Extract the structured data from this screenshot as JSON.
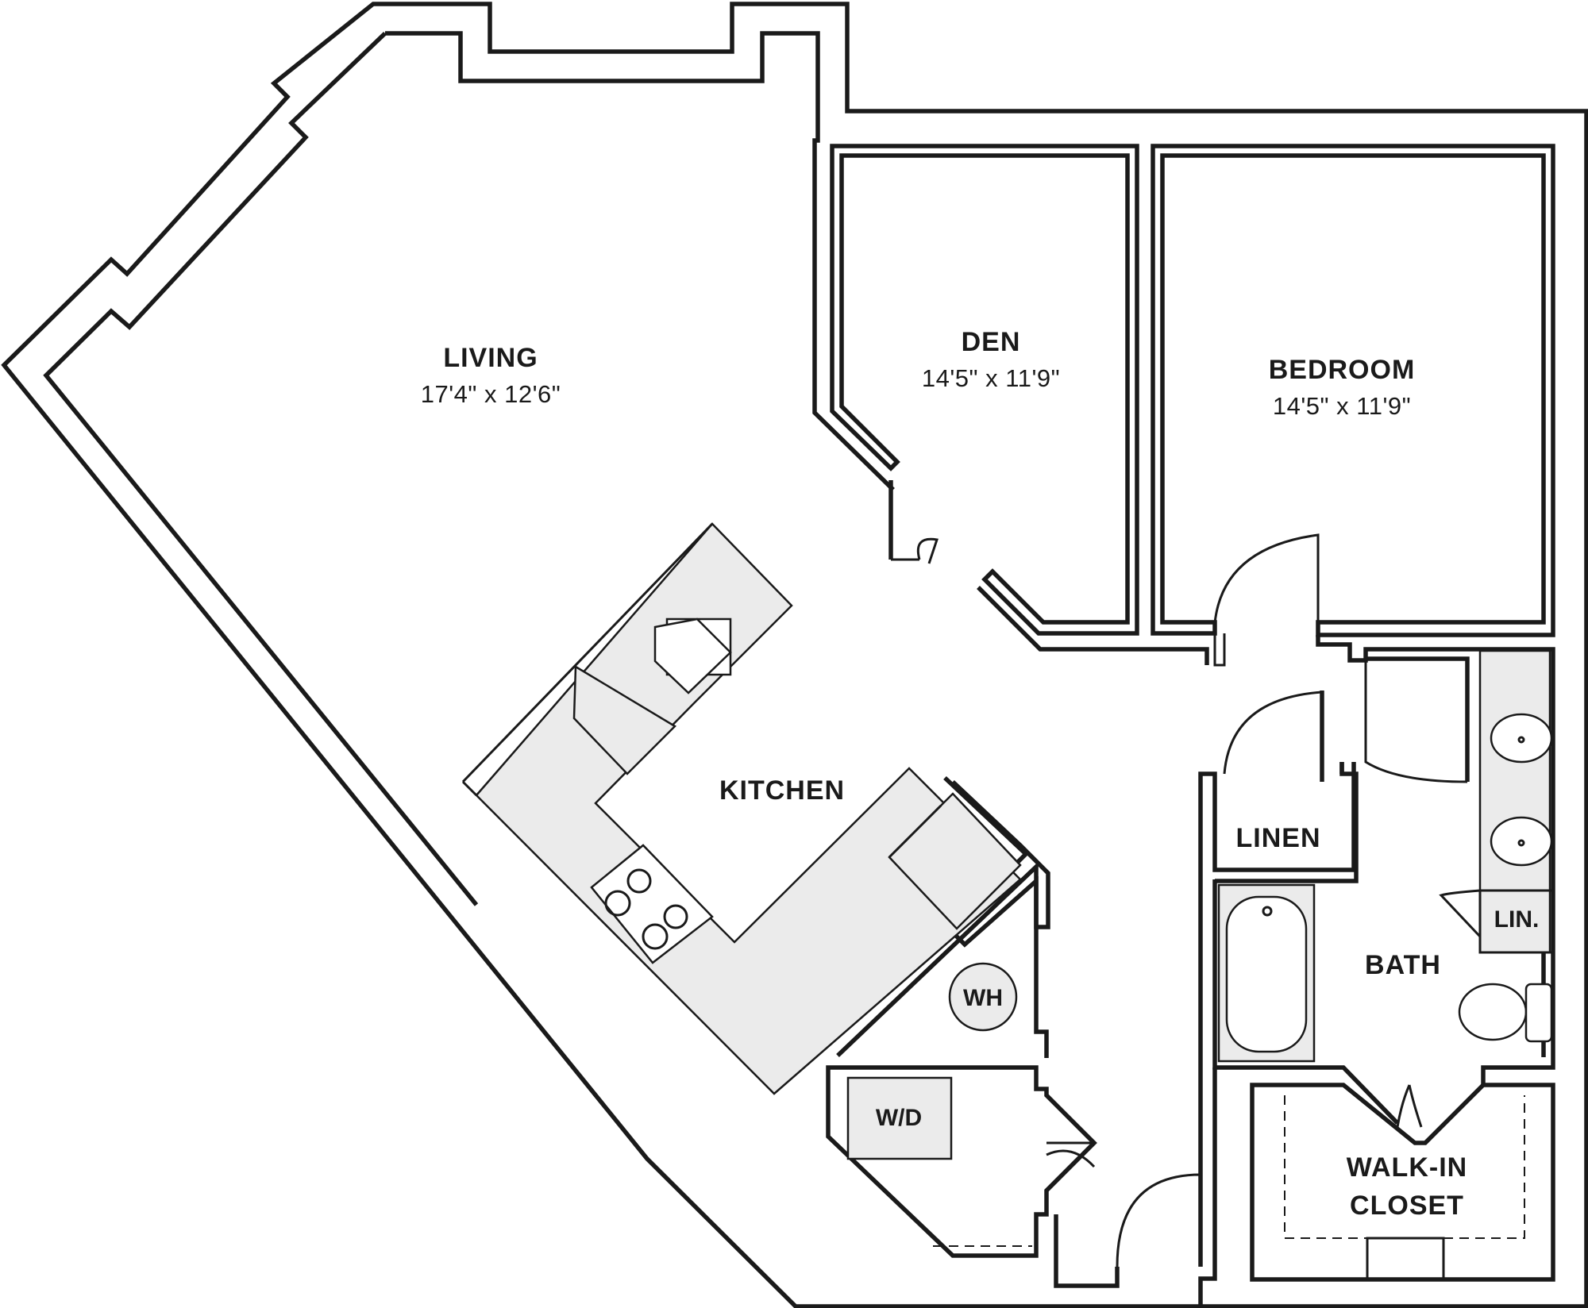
{
  "rooms": {
    "living": {
      "name": "LIVING",
      "dimensions": "17'4\" x 12'6\""
    },
    "den": {
      "name": "DEN",
      "dimensions": "14'5\" x 11'9\""
    },
    "bedroom": {
      "name": "BEDROOM",
      "dimensions": "14'5\" x 11'9\""
    },
    "kitchen": {
      "name": "KITCHEN"
    },
    "linen": {
      "name": "LINEN"
    },
    "linen_small": {
      "name": "LIN."
    },
    "bath": {
      "name": "BATH"
    },
    "walk_in_closet": {
      "line1": "WALK-IN",
      "line2": "CLOSET"
    },
    "water_heater": {
      "name": "WH"
    },
    "washer_dryer": {
      "name": "W/D"
    }
  },
  "colors": {
    "wall": "#1a1a1a",
    "fixture_fill": "#ebebeb",
    "background": "#ffffff"
  }
}
